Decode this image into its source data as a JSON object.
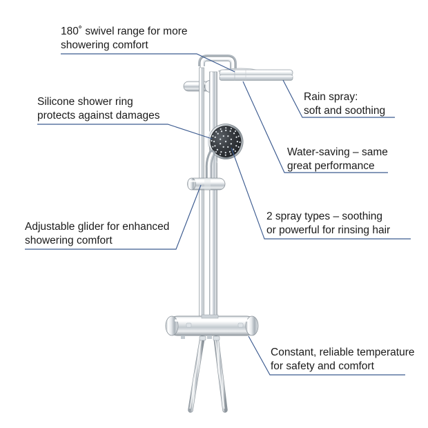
{
  "diagram": {
    "title": "Shower system feature callout diagram",
    "product": "Thermostatic rain shower system with hand shower",
    "line_color": "#3b5a8f",
    "text_color": "#1a1a1a",
    "background": "#ffffff"
  },
  "callouts": [
    {
      "id": "swivel-range",
      "text": "180˚ swivel range for more\nshowering comfort",
      "side": "left",
      "target": "shower-arm"
    },
    {
      "id": "silicone-shower-ring",
      "text": "Silicone shower ring\nprotects against damages",
      "side": "left",
      "target": "hand-shower-ring"
    },
    {
      "id": "adjustable-glider",
      "text": "Adjustable glider for enhanced\nshowering comfort",
      "side": "left",
      "target": "glider"
    },
    {
      "id": "rain-spray",
      "text": "Rain spray:\nsoft and soothing",
      "side": "right",
      "target": "rain-head"
    },
    {
      "id": "water-saving",
      "text": "Water-saving – same\ngreat performance",
      "side": "right",
      "target": "rain-head"
    },
    {
      "id": "spray-types",
      "text": "2 spray types – soothing\nor powerful for rinsing hair",
      "side": "right",
      "target": "hand-shower-face"
    },
    {
      "id": "constant-temperature",
      "text": "Constant, reliable temperature\nfor safety and comfort",
      "side": "right",
      "target": "thermostat-valve"
    }
  ],
  "parts": [
    {
      "id": "rain-head",
      "label": "rain shower head"
    },
    {
      "id": "shower-arm",
      "label": "swivel shower arm"
    },
    {
      "id": "riser-pipe",
      "label": "riser pipe"
    },
    {
      "id": "riser-rail",
      "label": "riser rail"
    },
    {
      "id": "wall-bracket",
      "label": "wall bracket"
    },
    {
      "id": "hand-shower",
      "label": "hand shower"
    },
    {
      "id": "glider",
      "label": "adjustable glider"
    },
    {
      "id": "thermostat-valve",
      "label": "thermostat valve"
    },
    {
      "id": "shower-hose",
      "label": "shower hose"
    }
  ]
}
